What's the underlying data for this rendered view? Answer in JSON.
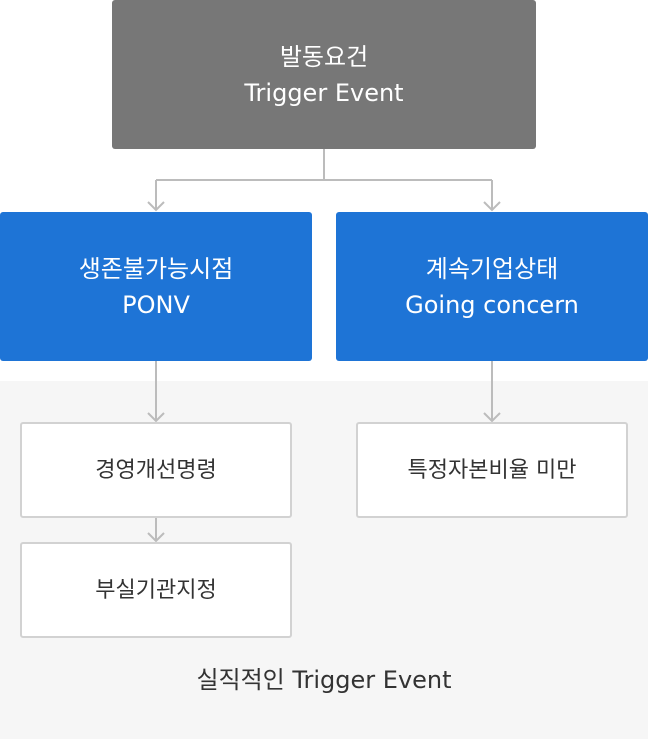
{
  "trigger": {
    "line1": "발동요건",
    "line2": "Trigger Event"
  },
  "ponv": {
    "line1": "생존불가능시점",
    "line2": "PONV"
  },
  "going": {
    "line1": "계속기업상태",
    "line2": "Going concern"
  },
  "ponv_children": [
    {
      "label": "경영개선명령"
    },
    {
      "label": "부실기관지정"
    }
  ],
  "going_children": [
    {
      "label": "특정자본비율 미만"
    }
  ],
  "caption": "실직적인 Trigger Event",
  "colors": {
    "trigger_box": "#777777",
    "category_box": "#1e74d6",
    "panel_bg": "#f6f6f6",
    "connector": "#bcbcbc"
  }
}
